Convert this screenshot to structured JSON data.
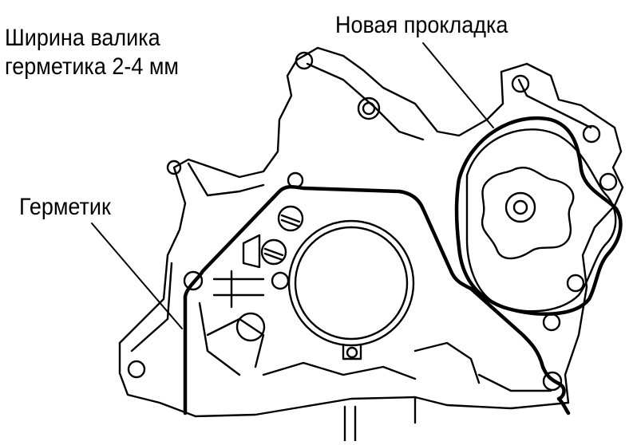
{
  "labels": {
    "bead_width": {
      "line1": "Ширина валика",
      "line2": "герметика 2-4 мм"
    },
    "new_gasket": "Новая прокладка",
    "sealant": "Герметик"
  },
  "colors": {
    "ink": "#000000",
    "paper": "#ffffff"
  }
}
